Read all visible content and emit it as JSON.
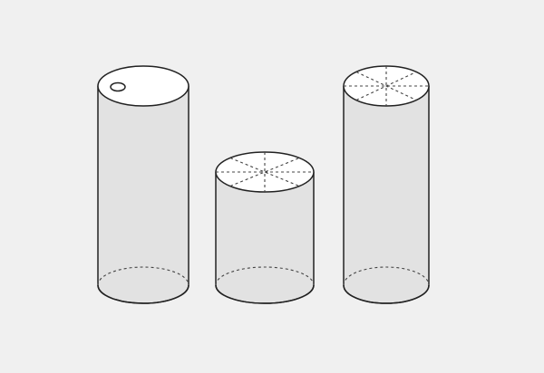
{
  "colors": {
    "background": "#f0f0f0",
    "body_fill": "#e2e2e2",
    "top_fill": "#ffffff",
    "stroke": "#222222",
    "dash": "#444444"
  },
  "cylinders": [
    {
      "name": "tall-cylinder-with-hole",
      "top_detail": "small-hole"
    },
    {
      "name": "short-cylinder-sectioned",
      "top_detail": "8-sector-dashed"
    },
    {
      "name": "tall-cylinder-sectioned",
      "top_detail": "8-sector-dashed"
    }
  ]
}
